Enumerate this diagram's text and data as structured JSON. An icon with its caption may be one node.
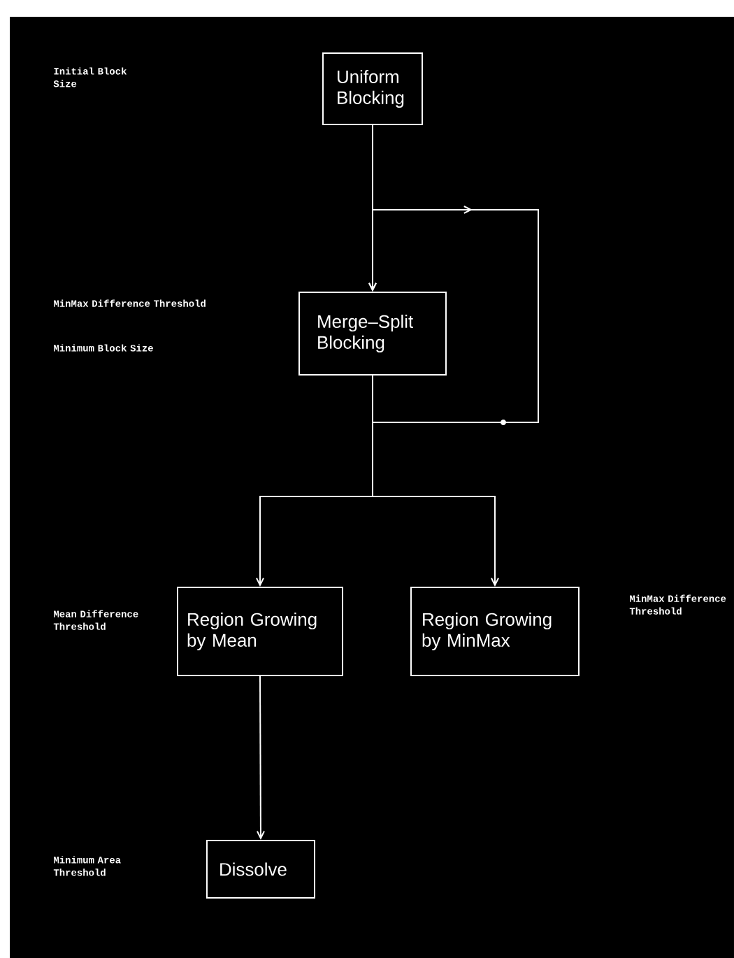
{
  "diagram": {
    "nodes": [
      {
        "text": [
          "Uniform Blocking"
        ]
      },
      {
        "text": [
          "Merge–Split Blocking"
        ]
      },
      {
        "text": [
          "Region Growing by Mean"
        ]
      },
      {
        "text": [
          "Region Growing by MinMax"
        ]
      },
      {
        "text": [
          "Dissolve"
        ]
      }
    ],
    "edges": [
      {
        "from": 0,
        "to": 1,
        "arrow": "to"
      },
      {
        "from": 1,
        "to": 1,
        "arrow": "to"
      },
      {
        "from": 1,
        "to": 2,
        "arrow": "to"
      },
      {
        "from": 1,
        "to": 3,
        "arrow": "to"
      },
      {
        "from": 2,
        "to": 4,
        "arrow": "to"
      }
    ],
    "labels": [
      "Initial Block Size",
      "MinMax Difference Threshold",
      "Minimum Block Size",
      "Mean Difference Threshold",
      "MinMax Difference Threshold",
      "Minimum Area Threshold"
    ]
  }
}
